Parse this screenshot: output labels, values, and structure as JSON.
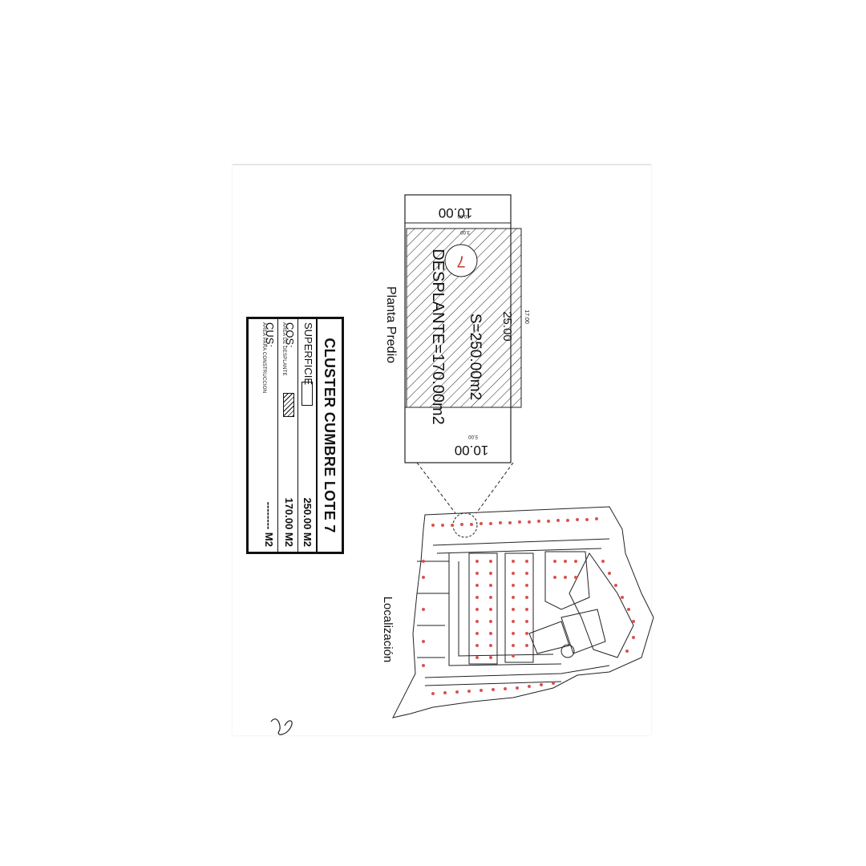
{
  "title_block": {
    "title": "CLUSTER CUMBRE LOTE 7",
    "superficie_label": "SUPERFICIE",
    "superficie_value": "250.00 M2",
    "cos_label": "COS:",
    "cos_sub": "AREA DE DESPLANTE",
    "cos_value": "170.00 M2",
    "cus_label": "CUS:",
    "cus_sub": "AREA PARA CONSTRUCCION",
    "cus_value": "-------- M2"
  },
  "plan": {
    "label": "Planta Predio",
    "lot_number": "7",
    "area_text": "S=250.00m2",
    "desplante_text": "DESPLANTE=170.00m2",
    "dim_long": "25.00",
    "dim_short_a": "10.00",
    "dim_short_b": "10.00",
    "dim_inner": "17.00",
    "dim_setback_a": "3.00",
    "dim_setback_b": "5.00",
    "dim_tiny": "10.00"
  },
  "location": {
    "label": "Localización"
  }
}
